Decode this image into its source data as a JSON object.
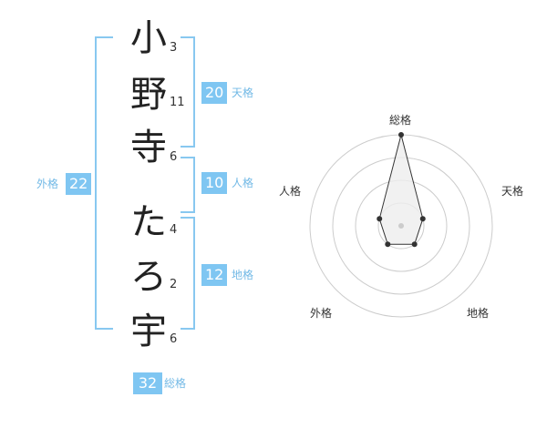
{
  "name": {
    "chars": [
      "小",
      "野",
      "寺",
      "た",
      "ろ",
      "宇"
    ],
    "strokes": [
      "3",
      "11",
      "6",
      "4",
      "2",
      "6"
    ]
  },
  "fortune": {
    "tenkaku": {
      "value": "20",
      "label": "天格"
    },
    "jinkaku": {
      "value": "10",
      "label": "人格"
    },
    "chikaku": {
      "value": "12",
      "label": "地格"
    },
    "gaikaku": {
      "value": "22",
      "label": "外格"
    },
    "soukaku": {
      "value": "32",
      "label": "総格"
    }
  },
  "chart_data": {
    "type": "radar",
    "axes": [
      "総格",
      "天格",
      "地格",
      "外格",
      "人格"
    ],
    "values": [
      4,
      1,
      1,
      1,
      1
    ],
    "max": 4,
    "rings": 4,
    "colors": {
      "ring": "#cccccc",
      "fill": "#eeeeee",
      "stroke": "#333333",
      "center": "#cccccc"
    }
  }
}
